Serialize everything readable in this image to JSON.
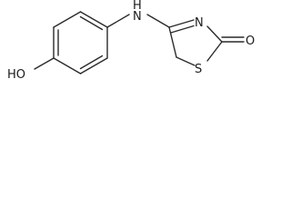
{
  "diagram": {
    "atoms": {
      "hydroxyl": "HO",
      "amine": "H",
      "amine_n": "N",
      "ring_n": "N",
      "ring_s": "S",
      "carbonyl_o": "O"
    },
    "stroke_color": "#2a2a2a",
    "label_color": "#1a1a1a"
  }
}
